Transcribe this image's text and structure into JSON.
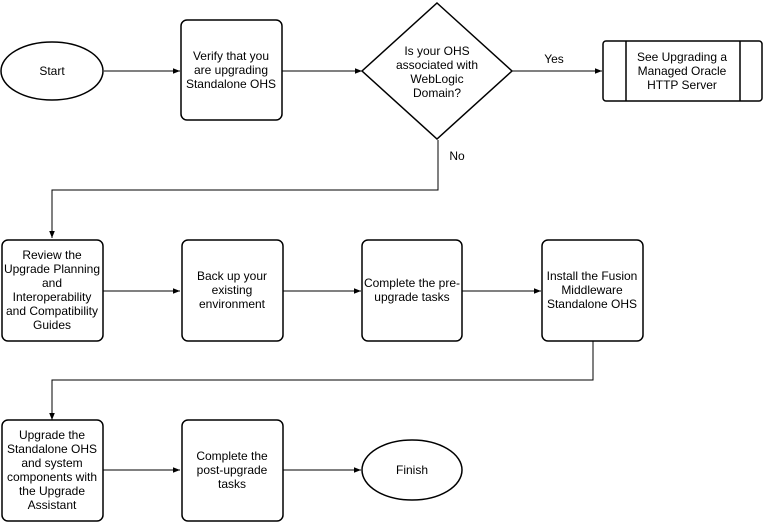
{
  "colors": {
    "stroke": "#000000",
    "fill": "#ffffff",
    "text": "#000000"
  },
  "nodes": {
    "start": {
      "lines": [
        "Start"
      ]
    },
    "verify": {
      "lines": [
        "Verify that you",
        "are upgrading",
        "Standalone OHS"
      ]
    },
    "decision": {
      "lines": [
        "Is your OHS",
        "associated with",
        "WebLogic",
        "Domain?"
      ]
    },
    "see_managed": {
      "lines": [
        "See Upgrading a",
        "Managed Oracle",
        "HTTP Server"
      ]
    },
    "review": {
      "lines": [
        "Review the",
        "Upgrade Planning",
        "and",
        "Interoperability",
        "and Compatibility",
        "Guides"
      ]
    },
    "backup": {
      "lines": [
        "Back up your",
        "existing",
        "environment"
      ]
    },
    "pre_upgrade": {
      "lines": [
        "Complete the pre-",
        "upgrade tasks"
      ]
    },
    "install": {
      "lines": [
        "Install the Fusion",
        "Middleware",
        "Standalone OHS"
      ]
    },
    "upgrade": {
      "lines": [
        "Upgrade the",
        "Standalone OHS",
        "and system",
        "components with",
        "the Upgrade",
        "Assistant"
      ]
    },
    "post_upgrade": {
      "lines": [
        "Complete the",
        "post-upgrade",
        "tasks"
      ]
    },
    "finish": {
      "lines": [
        "Finish"
      ]
    }
  },
  "edge_labels": {
    "yes": "Yes",
    "no": "No"
  }
}
